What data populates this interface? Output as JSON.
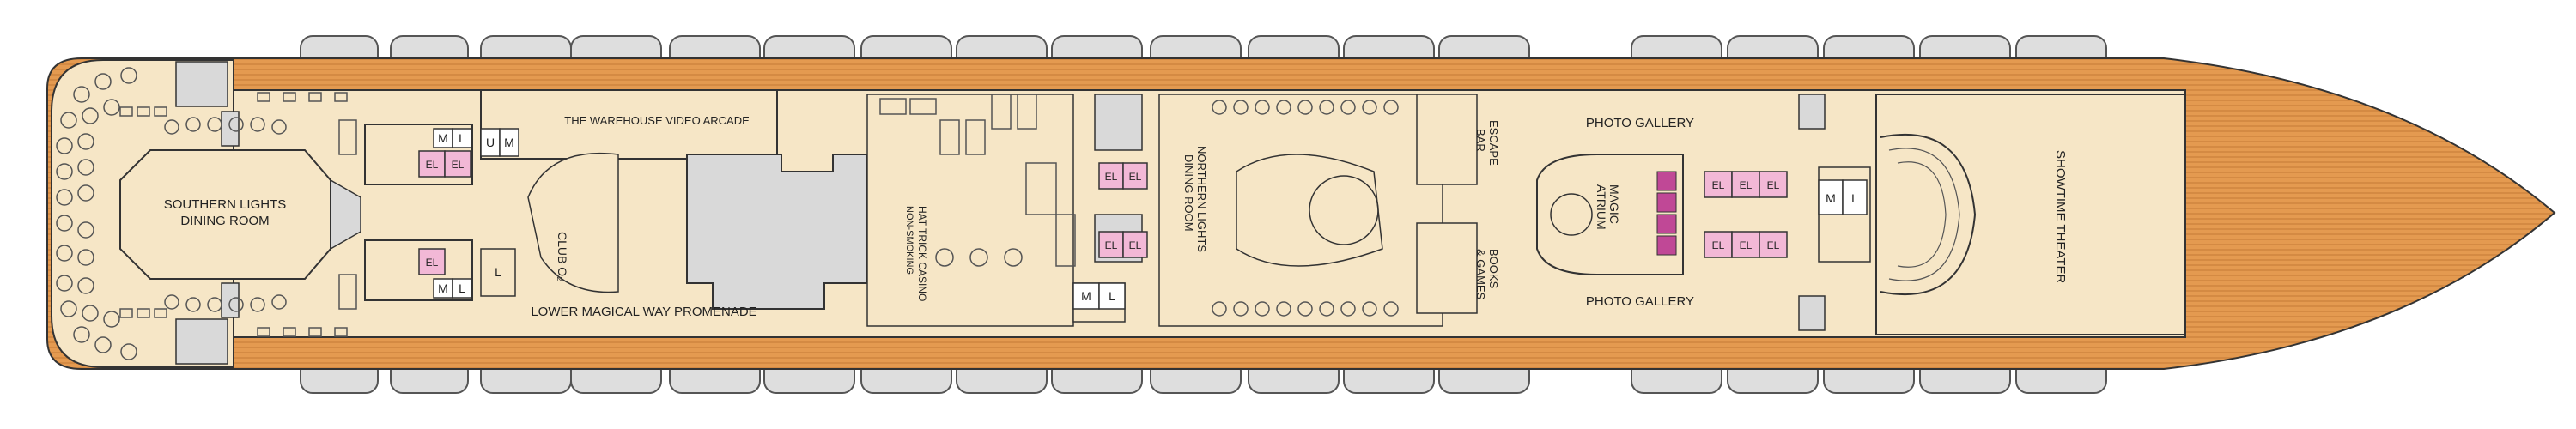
{
  "labels": {
    "southern_lights_line1": "SOUTHERN LIGHTS",
    "southern_lights_line2": "DINING ROOM",
    "warehouse_arcade": "THE WAREHOUSE VIDEO ARCADE",
    "club_o2": "CLUB O₂",
    "lower_promenade": "LOWER MAGICAL WAY PROMENADE",
    "casino_line1": "HAT TRICK CASINO",
    "casino_line2": "NON-SMOKING",
    "northern_lights_line1": "NORTHERN LIGHTS",
    "northern_lights_line2": "DINING ROOM",
    "escape_bar_line1": "ESCAPE",
    "escape_bar_line2": "BAR",
    "books_games_line1": "BOOKS",
    "books_games_line2": "& GAMES",
    "photo_gallery_top": "PHOTO GALLERY",
    "photo_gallery_bottom": "PHOTO GALLERY",
    "atrium_line1": "MAGIC",
    "atrium_line2": "ATRIUM",
    "showtime_theater": "SHOWTIME THEATER"
  },
  "restroom_labels": {
    "men": "M",
    "women": "L",
    "unisex": "U"
  },
  "elevator_label": "EL",
  "colors": {
    "deck_wood": "#e49a50",
    "interior": "#f6e6c6",
    "outline": "#2b2b2b",
    "elevator": "#f2b8d6",
    "atrium_elevator": "#c04896",
    "lifeboat": "#dedede",
    "service": "#d9d9d9"
  }
}
